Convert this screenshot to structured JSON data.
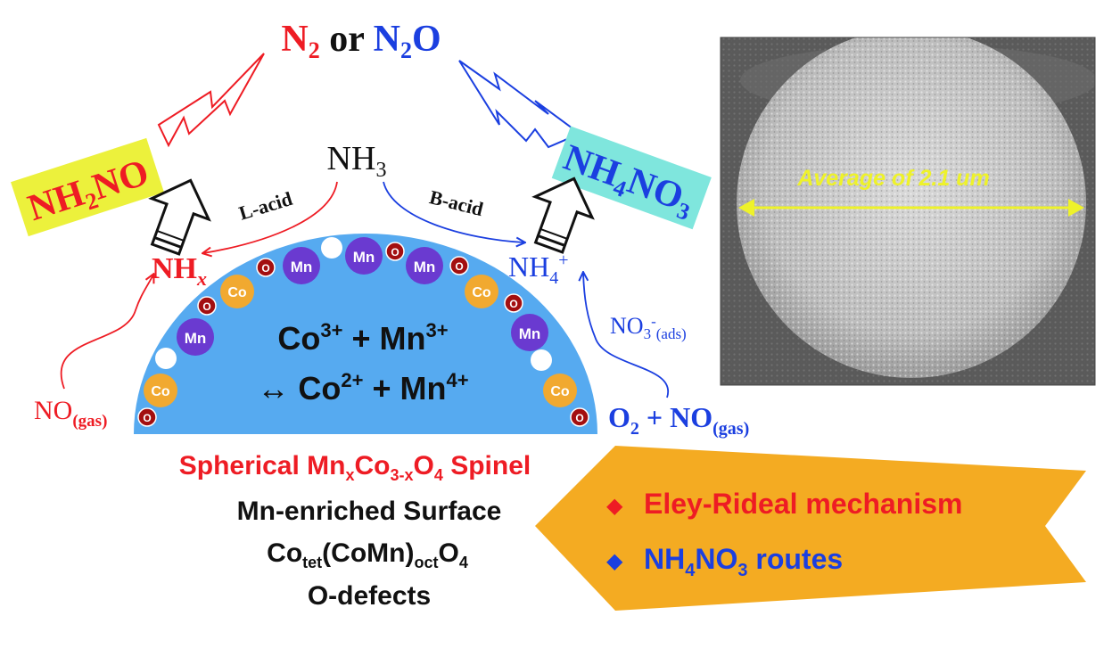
{
  "colors": {
    "red": "#ee1c24",
    "blue": "#1b3fe0",
    "black": "#111111",
    "hemisphere": "#56aaf0",
    "mn_atom": "#6a3ad0",
    "co_atom": "#f1a930",
    "o_atom": "#a30f10",
    "nh2no_box": "#ecf13c",
    "nh4no3_box": "#7fe6dd",
    "banner": "#f4ab22",
    "sem_label": "#eef22a"
  },
  "title": {
    "n2": "N",
    "n2_sub": "2",
    "or": " or ",
    "n2o_n": "N",
    "n2o_sub": "2",
    "n2o_o": "O"
  },
  "species": {
    "nh2no_a": "NH",
    "nh2no_sub": "2",
    "nh2no_b": "NO",
    "nh4no3_a": "NH",
    "nh4no3_sub1": "4",
    "nh4no3_b": "NO",
    "nh4no3_sub2": "3",
    "nh3_a": "NH",
    "nh3_sub": "3",
    "l_acid": "L-acid",
    "b_acid": "B-acid",
    "nhx_a": "NH",
    "nhx_sub": "x",
    "nh4p_a": "NH",
    "nh4p_sub": "4",
    "nh4p_sup": "+",
    "no3_a": "NO",
    "no3_sub": "3",
    "no3_sup": "-",
    "no3_ads": "(ads)",
    "no_gas_a": "NO",
    "no_gas_sub": "(gas)",
    "o2_a": "O",
    "o2_sub": "2",
    "o2_b": " + NO",
    "o2_gas": "(gas)"
  },
  "hemisphere": {
    "line1_a": "Co",
    "line1_sup1": "3+",
    "line1_b": " + Mn",
    "line1_sup2": "3+",
    "line2_arrow": "↔",
    "line2_a": " Co",
    "line2_sup1": "2+",
    "line2_b": " + Mn",
    "line2_sup2": "4+",
    "atom_mn": "Mn",
    "atom_co": "Co",
    "atom_o": "O"
  },
  "captions": {
    "line1_a": "Spherical Mn",
    "line1_sub1": "x",
    "line1_b": "Co",
    "line1_sub2": "3-x",
    "line1_c": "O",
    "line1_sub3": "4",
    "line1_d": " Spinel",
    "line2": "Mn-enriched Surface",
    "line3_a": "Co",
    "line3_sub1": "tet",
    "line3_b": "(CoMn)",
    "line3_sub2": "oct",
    "line3_c": "O",
    "line3_sub3": "4",
    "line4": "O-defects"
  },
  "banner": {
    "bullet": "◆",
    "item1": "Eley-Rideal mechanism",
    "item2_a": "NH",
    "item2_sub1": "4",
    "item2_b": "NO",
    "item2_sub2": "3",
    "item2_c": " routes"
  },
  "sem_image": {
    "label": "Average of 2.1 um"
  }
}
